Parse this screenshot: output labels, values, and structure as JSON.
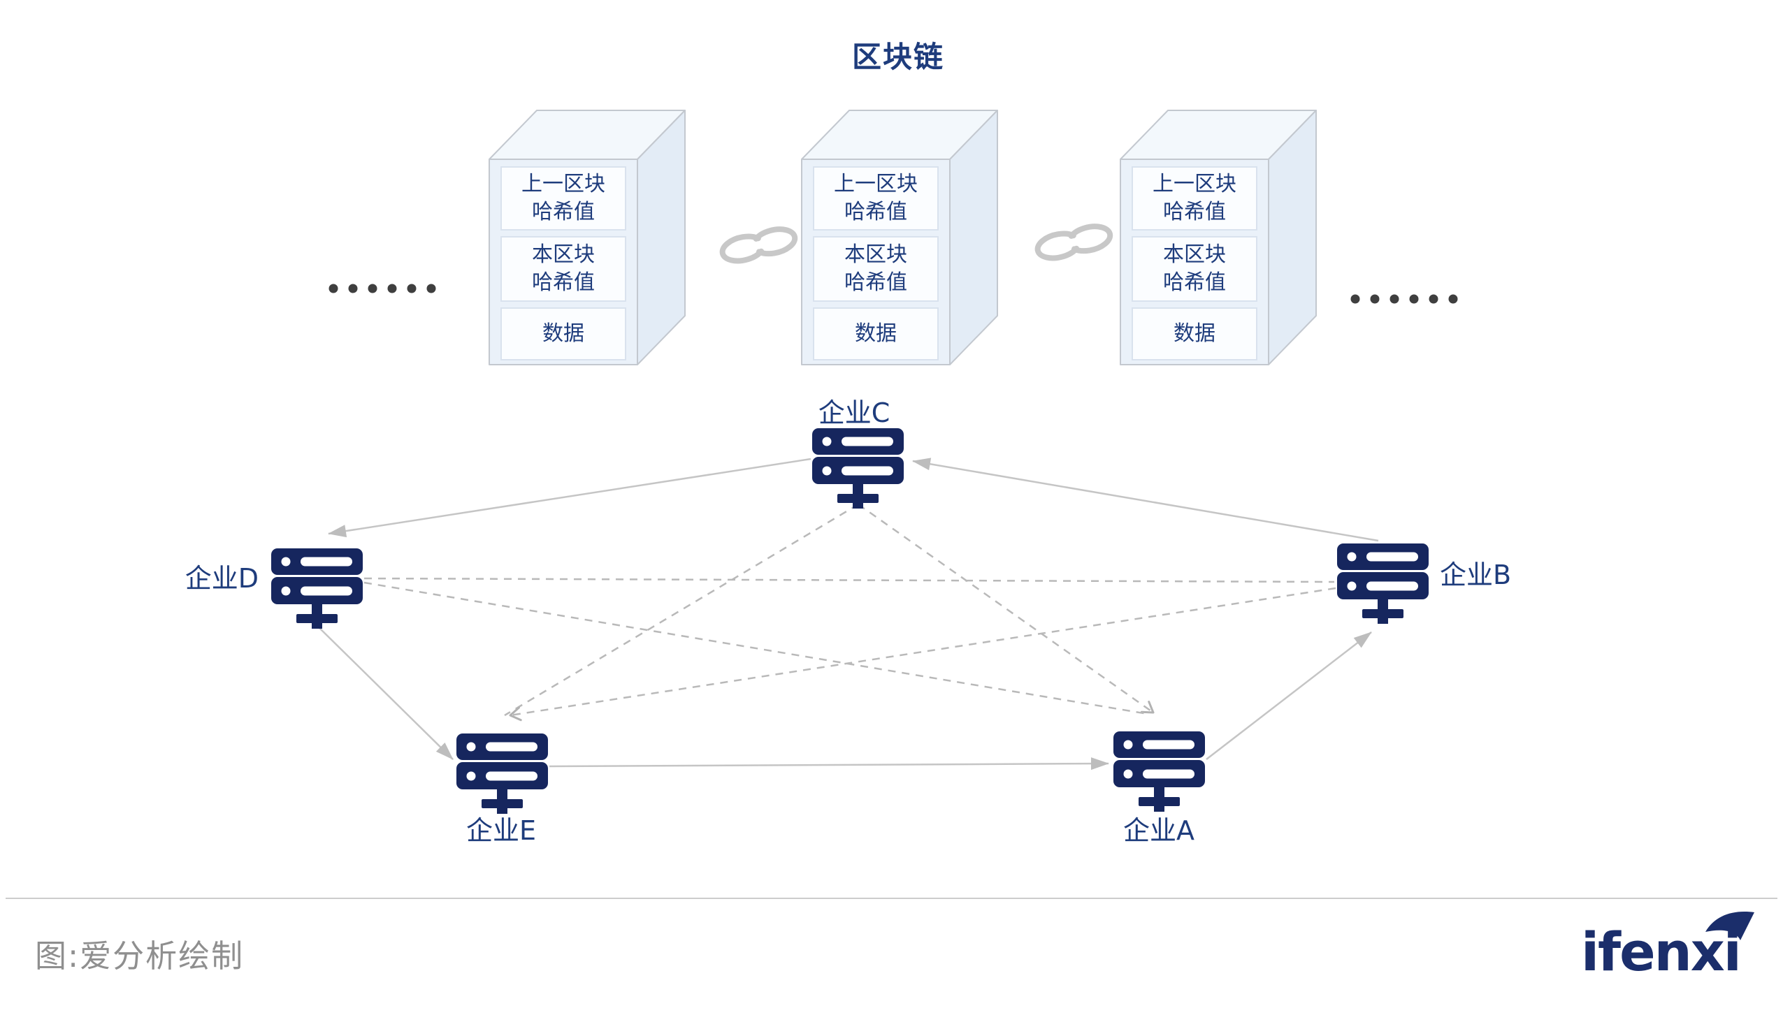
{
  "title": "区块链",
  "blockchain": {
    "blocks": [
      {
        "id": "block-1",
        "rows": [
          "上一区块\n哈希值",
          "本区块\n哈希值",
          "数据"
        ]
      },
      {
        "id": "block-2",
        "rows": [
          "上一区块\n哈希值",
          "本区块\n哈希值",
          "数据"
        ]
      },
      {
        "id": "block-3",
        "rows": [
          "上一区块\n哈希值",
          "本区块\n哈希值",
          "数据"
        ]
      }
    ],
    "ellipsis_left_dots": 6,
    "ellipsis_right_dots": 6
  },
  "network": {
    "nodes": [
      {
        "id": "C",
        "label": "企业C"
      },
      {
        "id": "D",
        "label": "企业D"
      },
      {
        "id": "B",
        "label": "企业B"
      },
      {
        "id": "E",
        "label": "企业E"
      },
      {
        "id": "A",
        "label": "企业A"
      }
    ],
    "solid_edges": [
      "C→D",
      "D→E",
      "E→A",
      "A→B",
      "B→C"
    ],
    "dashed_edges": [
      "C→E",
      "C→A",
      "D→A",
      "D→B",
      "B→E"
    ]
  },
  "footer": {
    "caption": "图:爱分析绘制",
    "logo": "ifenxi"
  },
  "icons": {
    "chain": "chain-link-icon",
    "server": "server-icon",
    "ellipsis": "ellipsis-dots-icon",
    "logo_arrow": "swoosh-arrow-icon"
  },
  "colors": {
    "navy_icon": "#16265e",
    "navy_text": "#1e3c7c",
    "block_front": "#eaf1f9",
    "block_top": "#f3f8fc",
    "block_side": "#e3ecf6",
    "cell_bg": "#fbfdff",
    "line_gray": "#c5c5c5",
    "dash_gray": "#b9b9b9",
    "dot_gray": "#3f3f3f",
    "caption_gray": "#8f8f8f"
  }
}
